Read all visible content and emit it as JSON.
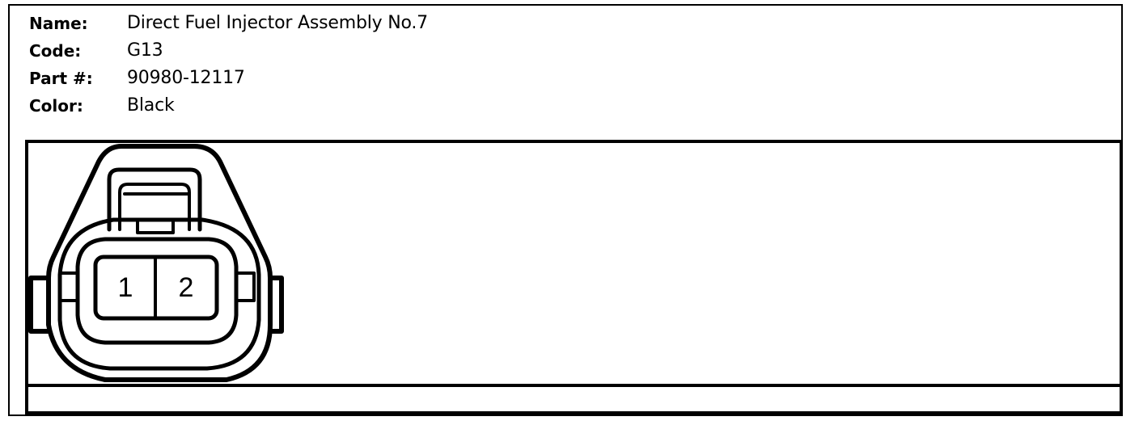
{
  "info": {
    "name_label": "Name:",
    "name_value": "Direct Fuel Injector Assembly No.7",
    "code_label": "Code:",
    "code_value": "G13",
    "part_label": "Part #:",
    "part_value": "90980-12117",
    "color_label": "Color:",
    "color_value": "Black"
  },
  "connector": {
    "pins": [
      "1",
      "2"
    ]
  }
}
